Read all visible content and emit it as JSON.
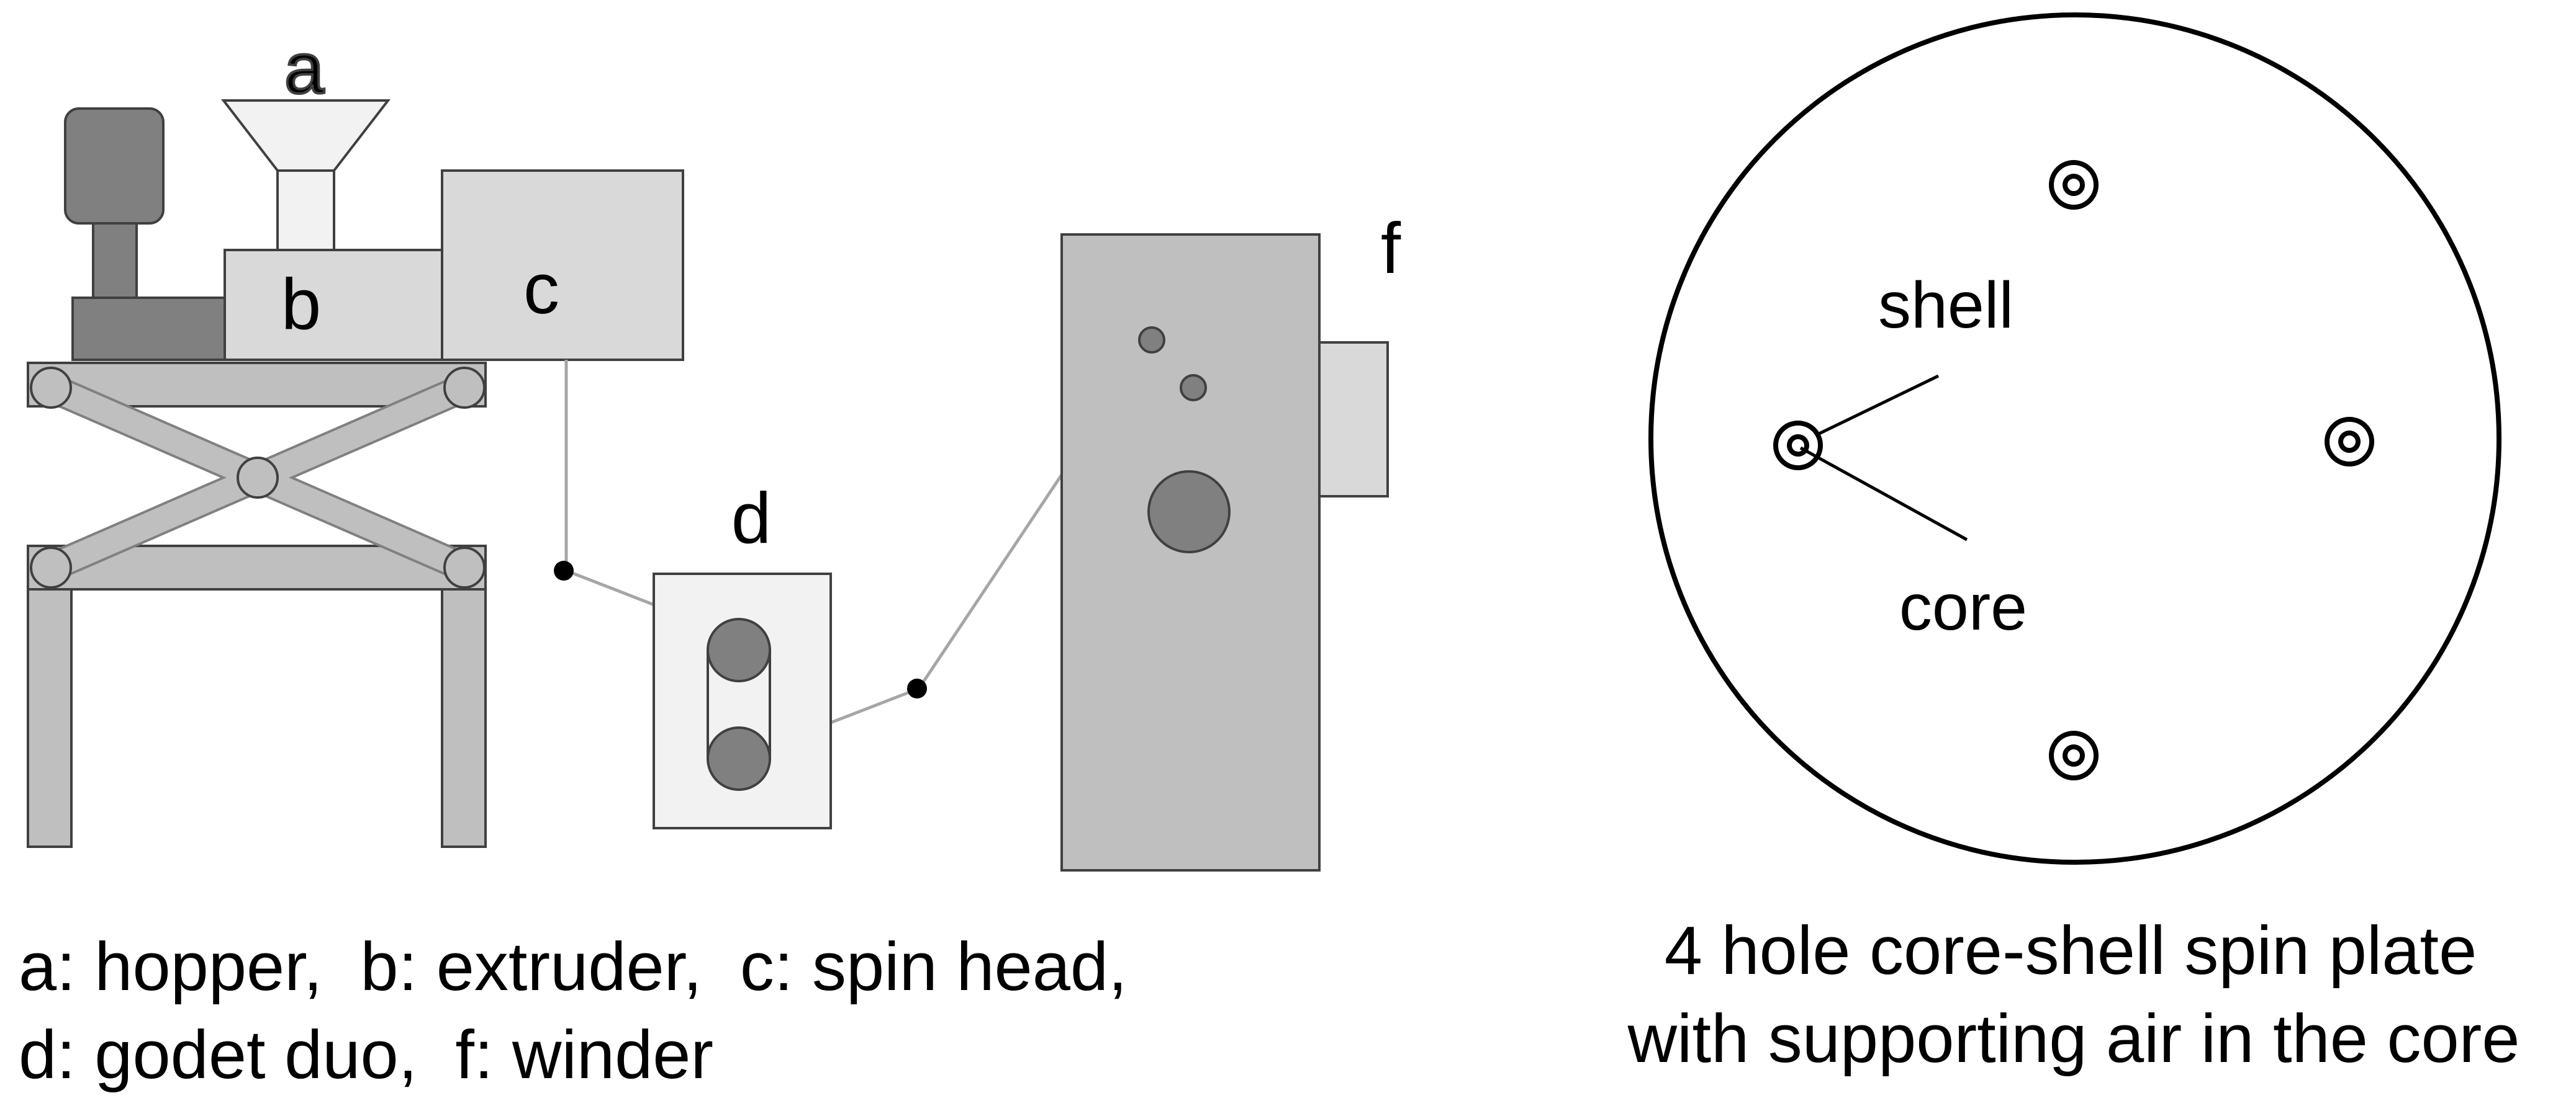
{
  "labels": {
    "hopper": "a",
    "extruder": "b",
    "spin_head": "c",
    "godet": "d",
    "winder": "f"
  },
  "caption": {
    "line1": "a: hopper,  b: extruder,  c: spin head,",
    "line2": "d: godet duo,  f: winder"
  },
  "spin_plate": {
    "shell_label": "shell",
    "core_label": "core",
    "caption_line1": "4 hole core-shell spin plate",
    "caption_line2": "with supporting air in the core",
    "hole_count": 4
  },
  "colors": {
    "dark_gray": "#808080",
    "mid_gray": "#bfbfbf",
    "light_gray": "#d9d9d9",
    "pale_gray": "#f2f2f2",
    "line": "#000000",
    "thread": "#a6a6a6"
  }
}
